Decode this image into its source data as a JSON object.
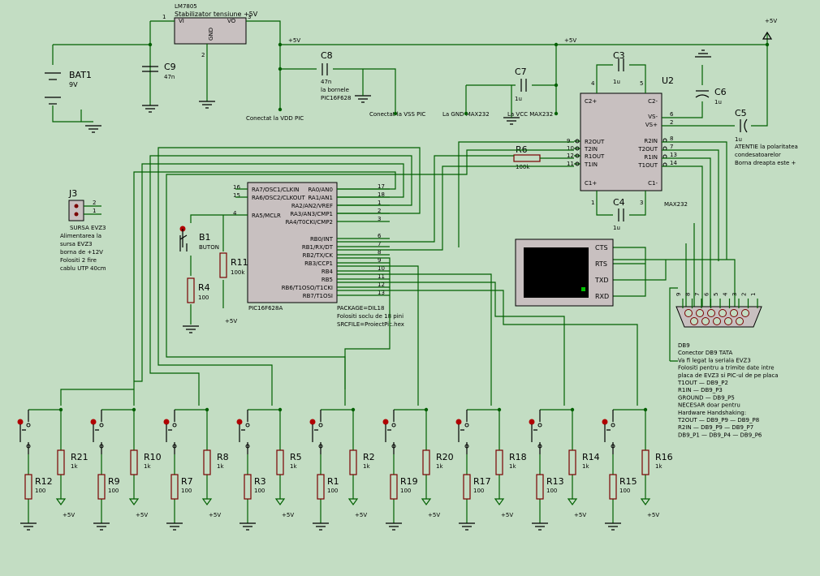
{
  "regulator": {
    "ref": "LM7805",
    "desc": "Stabilizator tensiune +5V",
    "pin_in": "VI",
    "pin_out": "VO",
    "pin_gnd": "GND",
    "p1": "1",
    "p2": "2",
    "p3": "3"
  },
  "battery": {
    "ref": "BAT1",
    "value": "9V"
  },
  "caps": {
    "c9": {
      "ref": "C9",
      "value": "47n"
    },
    "c8": {
      "ref": "C8",
      "value": "47n",
      "note1": "la bornele",
      "note2": "PIC16F628"
    },
    "c7": {
      "ref": "C7",
      "value": "1u"
    },
    "c3": {
      "ref": "C3",
      "value": "1u"
    },
    "c4": {
      "ref": "C4",
      "value": "1u"
    },
    "c6": {
      "ref": "C6",
      "value": "1u"
    },
    "c5": {
      "ref": "C5",
      "value": "1u",
      "note1": "ATENTIE la polaritatea",
      "note2": "condesatoarelor",
      "note3": "Borna dreapta este +"
    }
  },
  "power": {
    "vcc": "+5V"
  },
  "notes": {
    "vdd": "Conectat la VDD PIC",
    "vss": "Conectat la VSS PIC",
    "gnd_max": "La GND MAX232",
    "vcc_max": "La VCC MAX232"
  },
  "max232": {
    "ref": "U2",
    "type": "MAX232",
    "left_pins": [
      "C2+",
      "R2OUT",
      "T2IN",
      "R1OUT",
      "T1IN",
      "C1+"
    ],
    "right_pins": [
      "C2-",
      "VS-",
      "VS+",
      "R2IN",
      "T2OUT",
      "R1IN",
      "T1OUT",
      "C1-"
    ],
    "left_nums": [
      "4",
      "9",
      "10",
      "12",
      "11",
      "1"
    ],
    "right_nums": [
      "5",
      "6",
      "2",
      "8",
      "7",
      "13",
      "14",
      "3"
    ]
  },
  "r6": {
    "ref": "R6",
    "value": "100k"
  },
  "pic": {
    "type": "PIC16F628A",
    "left_pins": [
      "RA7/OSC1/CLKIN",
      "RA6/OSC2/CLKOUT",
      "RA5/MCLR"
    ],
    "left_nums": [
      "16",
      "15",
      "4"
    ],
    "right_pins": [
      "RA0/AN0",
      "RA1/AN1",
      "RA2/AN2/VREF",
      "RA3/AN3/CMP1",
      "RA4/T0CKI/CMP2",
      "RB0/INT",
      "RB1/RX/DT",
      "RB2/TX/CK",
      "RB3/CCP1",
      "RB4",
      "RB5",
      "RB6/T1OSO/T1CKI",
      "RB7/T1OSI"
    ],
    "right_nums": [
      "17",
      "18",
      "1",
      "2",
      "3",
      "6",
      "7",
      "8",
      "9",
      "10",
      "11",
      "12",
      "13"
    ],
    "package": "PACKAGE=DIL18",
    "socket": "Folositi soclu de 18 pini",
    "src": "SRCFILE=ProiectPic.hex"
  },
  "j3": {
    "ref": "J3",
    "pin1": "1",
    "pin2": "2",
    "title": "SURSA EVZ3",
    "l1": "Alimentarea la",
    "l2": "sursa EVZ3",
    "l3": "borna de +12V",
    "l4": "Folositi 2 fire",
    "l5": "cablu UTP 40cm"
  },
  "reset": {
    "button": "B1",
    "button_val": "BUTON",
    "r11": "R11",
    "r11_val": "100k",
    "r4": "R4",
    "r4_val": "100"
  },
  "terminal": {
    "pins": [
      "CTS",
      "RTS",
      "TXD",
      "RXD"
    ]
  },
  "db9": {
    "pin_nums": [
      "9",
      "8",
      "7",
      "6",
      "5",
      "4",
      "3",
      "2",
      "1"
    ],
    "notes": [
      "DB9",
      "Conector DB9 TATA",
      "Va fi legat la seriala EVZ3",
      "Folositi pentru a trimite date intre",
      "placa de EVZ3 si PIC-ul de pe placa",
      "T1OUT — DB9_P2",
      "R1IN — DB9_P3",
      "GROUND — DB9_P5",
      "NECESAR doar pentru",
      "Hardware Handshaking:",
      "T2OUT — DB9_P9 — DB9_P8",
      "R2IN — DB9_P9 — DB9_P7",
      "DB9_P1 — DB9_P4 — DB9_P6"
    ]
  },
  "bottom": {
    "buttons": [
      {
        "r_bot": "R12",
        "v_bot": "100",
        "r_top": "R21",
        "v_top": "1k"
      },
      {
        "r_bot": "R9",
        "v_bot": "100",
        "r_top": "R10",
        "v_top": "1k"
      },
      {
        "r_bot": "R7",
        "v_bot": "100",
        "r_top": "R8",
        "v_top": "1k"
      },
      {
        "r_bot": "R3",
        "v_bot": "100",
        "r_top": "R5",
        "v_top": "1k"
      },
      {
        "r_bot": "R1",
        "v_bot": "100",
        "r_top": "R2",
        "v_top": "1k"
      },
      {
        "r_bot": "R19",
        "v_bot": "100",
        "r_top": "R20",
        "v_top": "1k"
      },
      {
        "r_bot": "R17",
        "v_bot": "100",
        "r_top": "R18",
        "v_top": "1k"
      },
      {
        "r_bot": "R13",
        "v_bot": "100",
        "r_top": "R14",
        "v_top": "1k"
      },
      {
        "r_bot": "R15",
        "v_bot": "100",
        "r_top": "R16",
        "v_top": "1k"
      }
    ]
  },
  "colors": {
    "background": "#c3ddc3",
    "wire": "#006000",
    "component": "#7a0000",
    "chip": "#c8c0c0",
    "terminal_screen": "#000000",
    "terminal_led": "#00c000"
  }
}
